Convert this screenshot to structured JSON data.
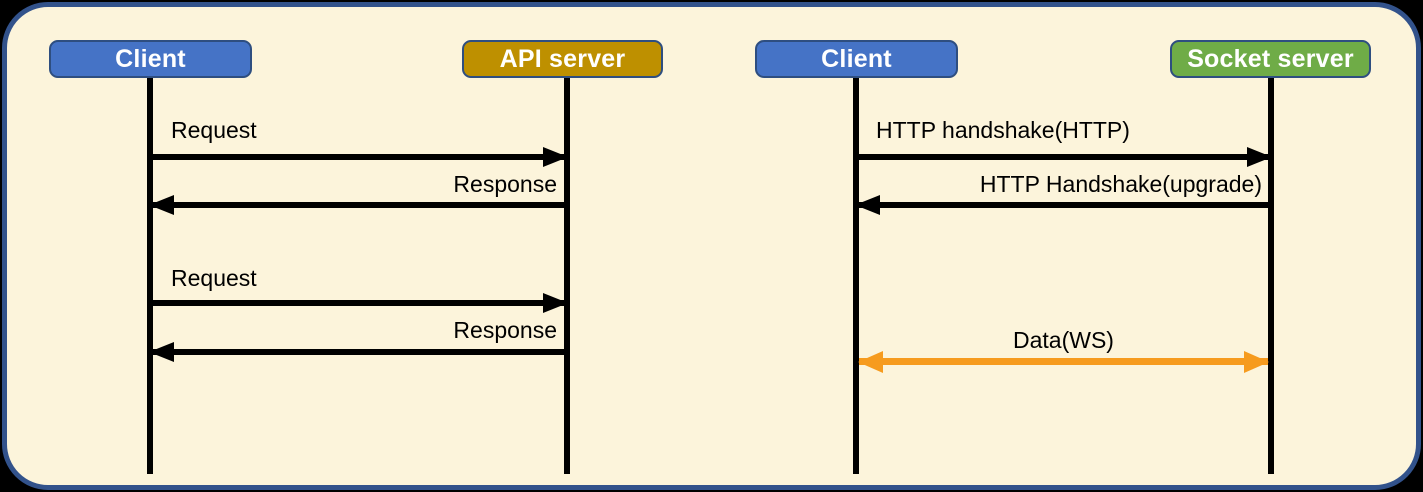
{
  "colors": {
    "page_background": "#000000",
    "panel_background": "#FCF4DB",
    "panel_border": "#32528B",
    "client_box": "#4573C6",
    "api_server_box": "#BE9000",
    "socket_server_box": "#6FAC47",
    "actor_box_border": "#2E4E80",
    "actor_box_text": "#FFFFFF",
    "lifeline": "#000000",
    "message_arrow": "#000000",
    "data_arrow": "#F69B1E",
    "label_text": "#000000"
  },
  "diagrams": [
    {
      "name": "http-request-response",
      "actors": [
        {
          "label": "Client"
        },
        {
          "label": "API server"
        }
      ],
      "messages": [
        {
          "label": "Request",
          "direction": "right"
        },
        {
          "label": "Response",
          "direction": "left"
        },
        {
          "label": "Request",
          "direction": "right"
        },
        {
          "label": "Response",
          "direction": "left"
        }
      ]
    },
    {
      "name": "websocket",
      "actors": [
        {
          "label": "Client"
        },
        {
          "label": "Socket server"
        }
      ],
      "messages": [
        {
          "label": "HTTP handshake(HTTP)",
          "direction": "right"
        },
        {
          "label": "HTTP Handshake(upgrade)",
          "direction": "left"
        },
        {
          "label": "Data(WS)",
          "direction": "both"
        }
      ]
    }
  ]
}
